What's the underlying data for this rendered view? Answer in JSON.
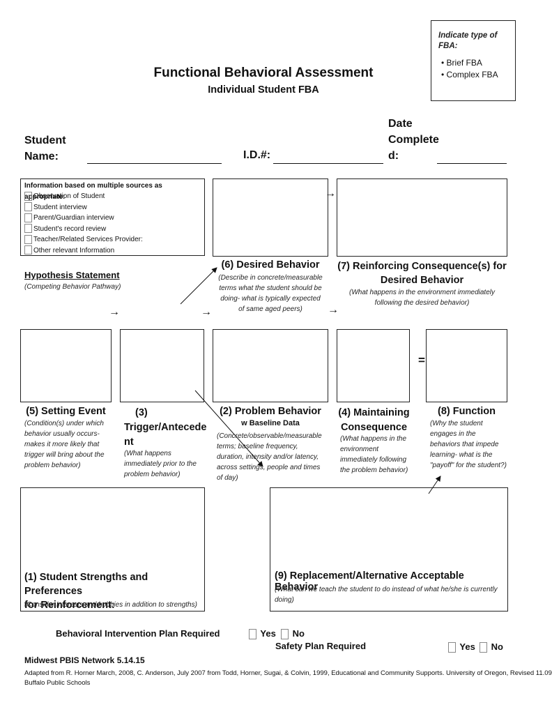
{
  "header": {
    "title": "Functional Behavioral Assessment",
    "subtitle": "Individual Student FBA"
  },
  "fba_type": {
    "heading": "Indicate type of FBA:",
    "options": [
      "Brief FBA",
      "Complex FBA"
    ]
  },
  "student_info": {
    "name_label_line1": "Student",
    "name_label_line2": "Name:",
    "id_label": "I.D.#:",
    "date_label_line1": "Date",
    "date_label_line2": "Complete",
    "date_label_line3": "d:"
  },
  "sources": {
    "heading": "Information based on multiple sources as appropriate:",
    "items": [
      "Observation of Student",
      "Student interview",
      "Parent/Guardian interview",
      "Student's record review",
      "Teacher/Related Services Provider:",
      "Other relevant Information"
    ]
  },
  "hypothesis": {
    "title": "Hypothesis Statement",
    "subtitle": "(Competing Behavior Pathway)"
  },
  "sections": {
    "s6": {
      "title": "(6) Desired Behavior",
      "desc": "(Describe in concrete/measurable terms what the student should be doing- what is typically expected of same aged peers)"
    },
    "s7": {
      "title_line1": "(7) Reinforcing Consequence(s) for",
      "title_line2": "Desired Behavior",
      "desc": "(What happens in the environment immediately following the desired behavior)"
    },
    "s5": {
      "title": "(5) Setting Event",
      "desc": "(Condition(s) under which behavior usually occurs- makes it more likely that trigger will bring about the problem behavior)"
    },
    "s3": {
      "title_line1": "(3)",
      "title_line2": "Trigger/Antecede",
      "title_line3": "nt",
      "desc": "(What happens immediately prior to the problem behavior)"
    },
    "s2": {
      "title": "(2) Problem Behavior",
      "title_line2": "w Baseline Data",
      "desc": "(Concrete/observable/measurable terms; baseline frequency, duration, intensity and/or latency, across settings, people and times of day)"
    },
    "s4": {
      "title_line1": "(4) Maintaining",
      "title_line2": "Consequence",
      "desc": "(What happens in the environment immediately following the problem behavior)"
    },
    "s8": {
      "title": "(8) Function",
      "desc": "(Why the student engages in the behaviors that impede learning- what is the \"payoff\" for the student?)"
    },
    "s1": {
      "title_line1": "(1) Student Strengths and Preferences",
      "title_line2": "for Reinforcement:",
      "desc": "(Consider interests and hobbies in addition to strengths)"
    },
    "s9": {
      "title": "(9) Replacement/Alternative Acceptable Behavior",
      "desc": "(What can we teach the student to do instead of what he/she is currently doing)"
    }
  },
  "requirements": {
    "bip_label": "Behavioral Intervention Plan Required",
    "safety_label": "Safety Plan Required",
    "yes": "Yes",
    "no": "No"
  },
  "symbols": {
    "arrow": "→",
    "equals": "="
  },
  "footer": {
    "network": "Midwest PBIS Network 5.14.15",
    "adapted": "Adapted from R. Horner March, 2008, C. Anderson, July 2007 from Todd, Horner, Sugai, & Colvin, 1999, Educational and Community Supports. University of Oregon, Revised 11.09",
    "school": "Buffalo Public Schools"
  }
}
